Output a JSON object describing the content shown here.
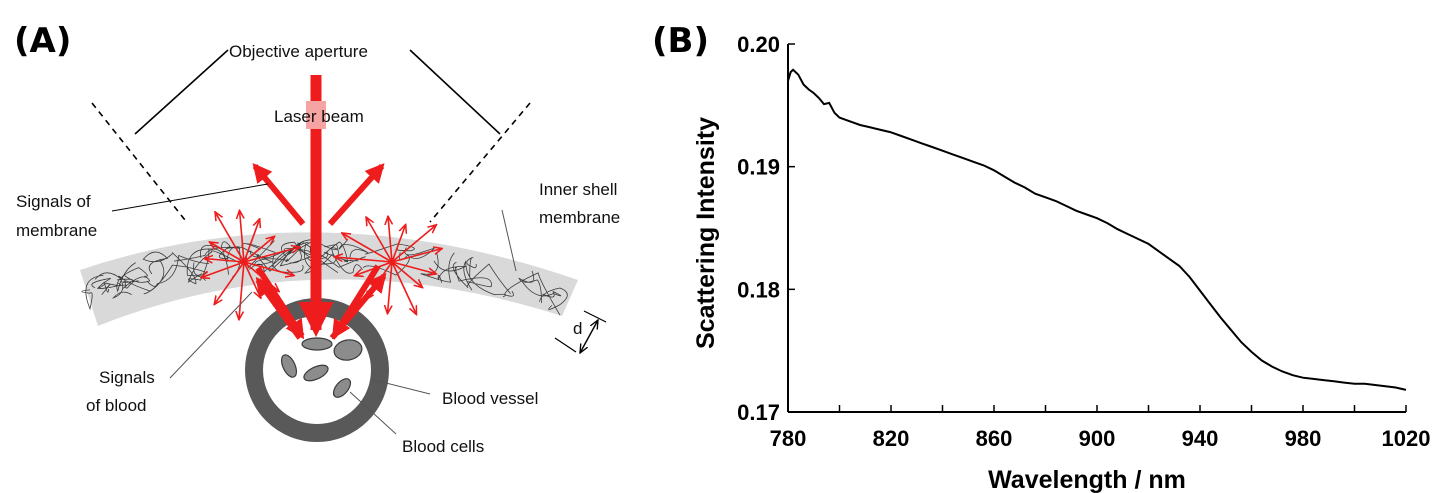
{
  "panel_a": {
    "tag": "(A)",
    "labels": {
      "objective_aperture": "Objective aperture",
      "laser_beam": "Laser beam",
      "signals_membrane": [
        "Signals of",
        "membrane"
      ],
      "inner_shell": [
        "Inner shell",
        "membrane"
      ],
      "signals_blood": [
        "Signals",
        "of blood"
      ],
      "blood_vessel": "Blood vessel",
      "blood_cells": "Blood cells",
      "thickness": "d"
    },
    "colors": {
      "beam": "#ee1c1c",
      "membrane": "#d9d9d9",
      "vessel": "#595959",
      "cell": "#8c8c8c"
    }
  },
  "panel_b": {
    "tag": "(B)"
  },
  "chart_data": {
    "type": "line",
    "xlabel": "Wavelength / nm",
    "ylabel": "Scattering Intensity",
    "xlim": [
      780,
      1020
    ],
    "ylim": [
      0.17,
      0.2
    ],
    "xticks": [
      780,
      820,
      860,
      900,
      940,
      980,
      1020
    ],
    "yticks": [
      "0.17",
      "0.18",
      "0.19",
      "0.20"
    ],
    "grid": false,
    "series": [
      {
        "color": "#000000",
        "x": [
          780,
          781,
          782,
          784,
          786,
          788,
          790,
          792,
          794,
          796,
          798,
          800,
          804,
          808,
          812,
          816,
          820,
          824,
          828,
          832,
          836,
          840,
          844,
          848,
          852,
          856,
          860,
          864,
          868,
          872,
          876,
          880,
          884,
          888,
          892,
          896,
          900,
          904,
          908,
          912,
          916,
          920,
          924,
          928,
          932,
          936,
          940,
          944,
          948,
          952,
          956,
          960,
          964,
          968,
          972,
          976,
          980,
          984,
          988,
          992,
          996,
          1000,
          1004,
          1008,
          1012,
          1016,
          1020
        ],
        "y": [
          0.197,
          0.1977,
          0.1979,
          0.1975,
          0.1967,
          0.1963,
          0.196,
          0.1956,
          0.1951,
          0.1952,
          0.1944,
          0.194,
          0.1937,
          0.1934,
          0.1932,
          0.193,
          0.1928,
          0.1925,
          0.1922,
          0.1919,
          0.1916,
          0.1913,
          0.191,
          0.1907,
          0.1904,
          0.1901,
          0.1897,
          0.1892,
          0.1887,
          0.1883,
          0.1878,
          0.1875,
          0.1872,
          0.1868,
          0.1864,
          0.1861,
          0.1858,
          0.1854,
          0.1849,
          0.1845,
          0.1841,
          0.1837,
          0.1831,
          0.1825,
          0.1819,
          0.181,
          0.1799,
          0.1788,
          0.1777,
          0.1767,
          0.1757,
          0.1749,
          0.1742,
          0.1737,
          0.1733,
          0.173,
          0.1728,
          0.1727,
          0.1726,
          0.1725,
          0.1724,
          0.1723,
          0.1723,
          0.1722,
          0.1721,
          0.172,
          0.1718
        ]
      }
    ]
  }
}
